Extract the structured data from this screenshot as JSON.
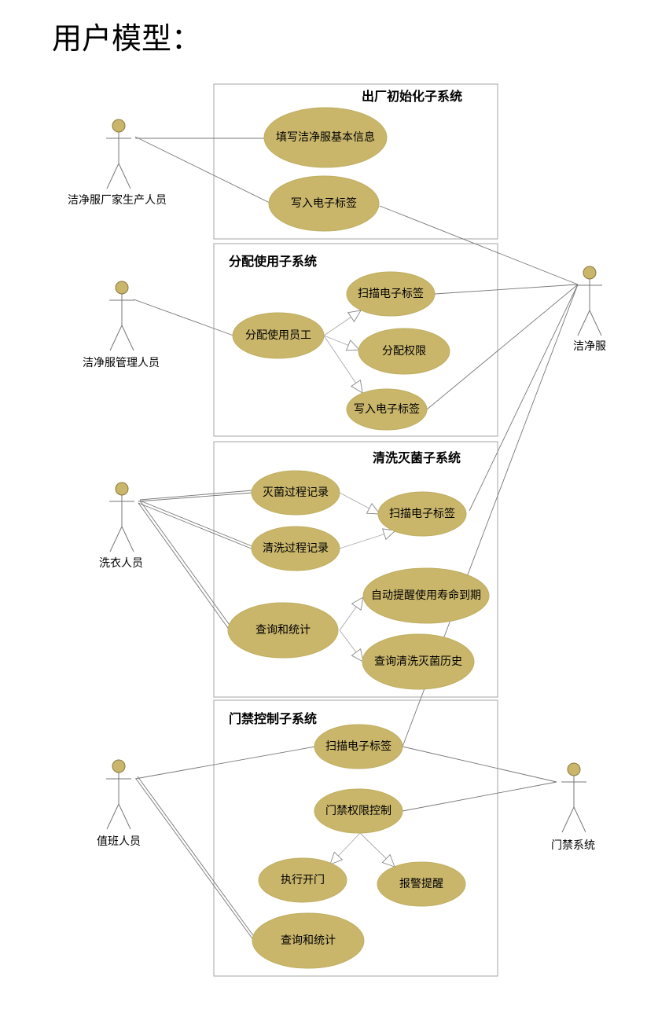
{
  "title": "用户模型：",
  "colors": {
    "usecase_fill": "#c9b66b"
  },
  "systems": [
    {
      "id": "factory",
      "title": "出厂初始化子系统"
    },
    {
      "id": "assign",
      "title": "分配使用子系统"
    },
    {
      "id": "wash",
      "title": "清洗灭菌子系统"
    },
    {
      "id": "door",
      "title": "门禁控制子系统"
    }
  ],
  "actors": [
    {
      "id": "maker",
      "label": "洁净服厂家生产人员"
    },
    {
      "id": "manager",
      "label": "洁净服管理人员"
    },
    {
      "id": "washer",
      "label": "洗衣人员"
    },
    {
      "id": "duty",
      "label": "值班人员"
    },
    {
      "id": "garment",
      "label": "洁净服"
    },
    {
      "id": "doorsys",
      "label": "门禁系统"
    }
  ],
  "usecases": [
    {
      "id": "u1",
      "label": "填写洁净服基本信息"
    },
    {
      "id": "u2",
      "label": "写入电子标签"
    },
    {
      "id": "u3",
      "label": "扫描电子标签"
    },
    {
      "id": "u4",
      "label": "分配使用员工"
    },
    {
      "id": "u5",
      "label": "分配权限"
    },
    {
      "id": "u6",
      "label": "写入电子标签"
    },
    {
      "id": "u7",
      "label": "灭菌过程记录"
    },
    {
      "id": "u8",
      "label": "扫描电子标签"
    },
    {
      "id": "u9",
      "label": "清洗过程记录"
    },
    {
      "id": "u10",
      "label": "自动提醒使用寿命到期"
    },
    {
      "id": "u11",
      "label": "查询和统计"
    },
    {
      "id": "u12",
      "label": "查询清洗灭菌历史"
    },
    {
      "id": "u13",
      "label": "扫描电子标签"
    },
    {
      "id": "u14",
      "label": "门禁权限控制"
    },
    {
      "id": "u15",
      "label": "执行开门"
    },
    {
      "id": "u16",
      "label": "报警提醒"
    },
    {
      "id": "u17",
      "label": "查询和统计"
    }
  ]
}
